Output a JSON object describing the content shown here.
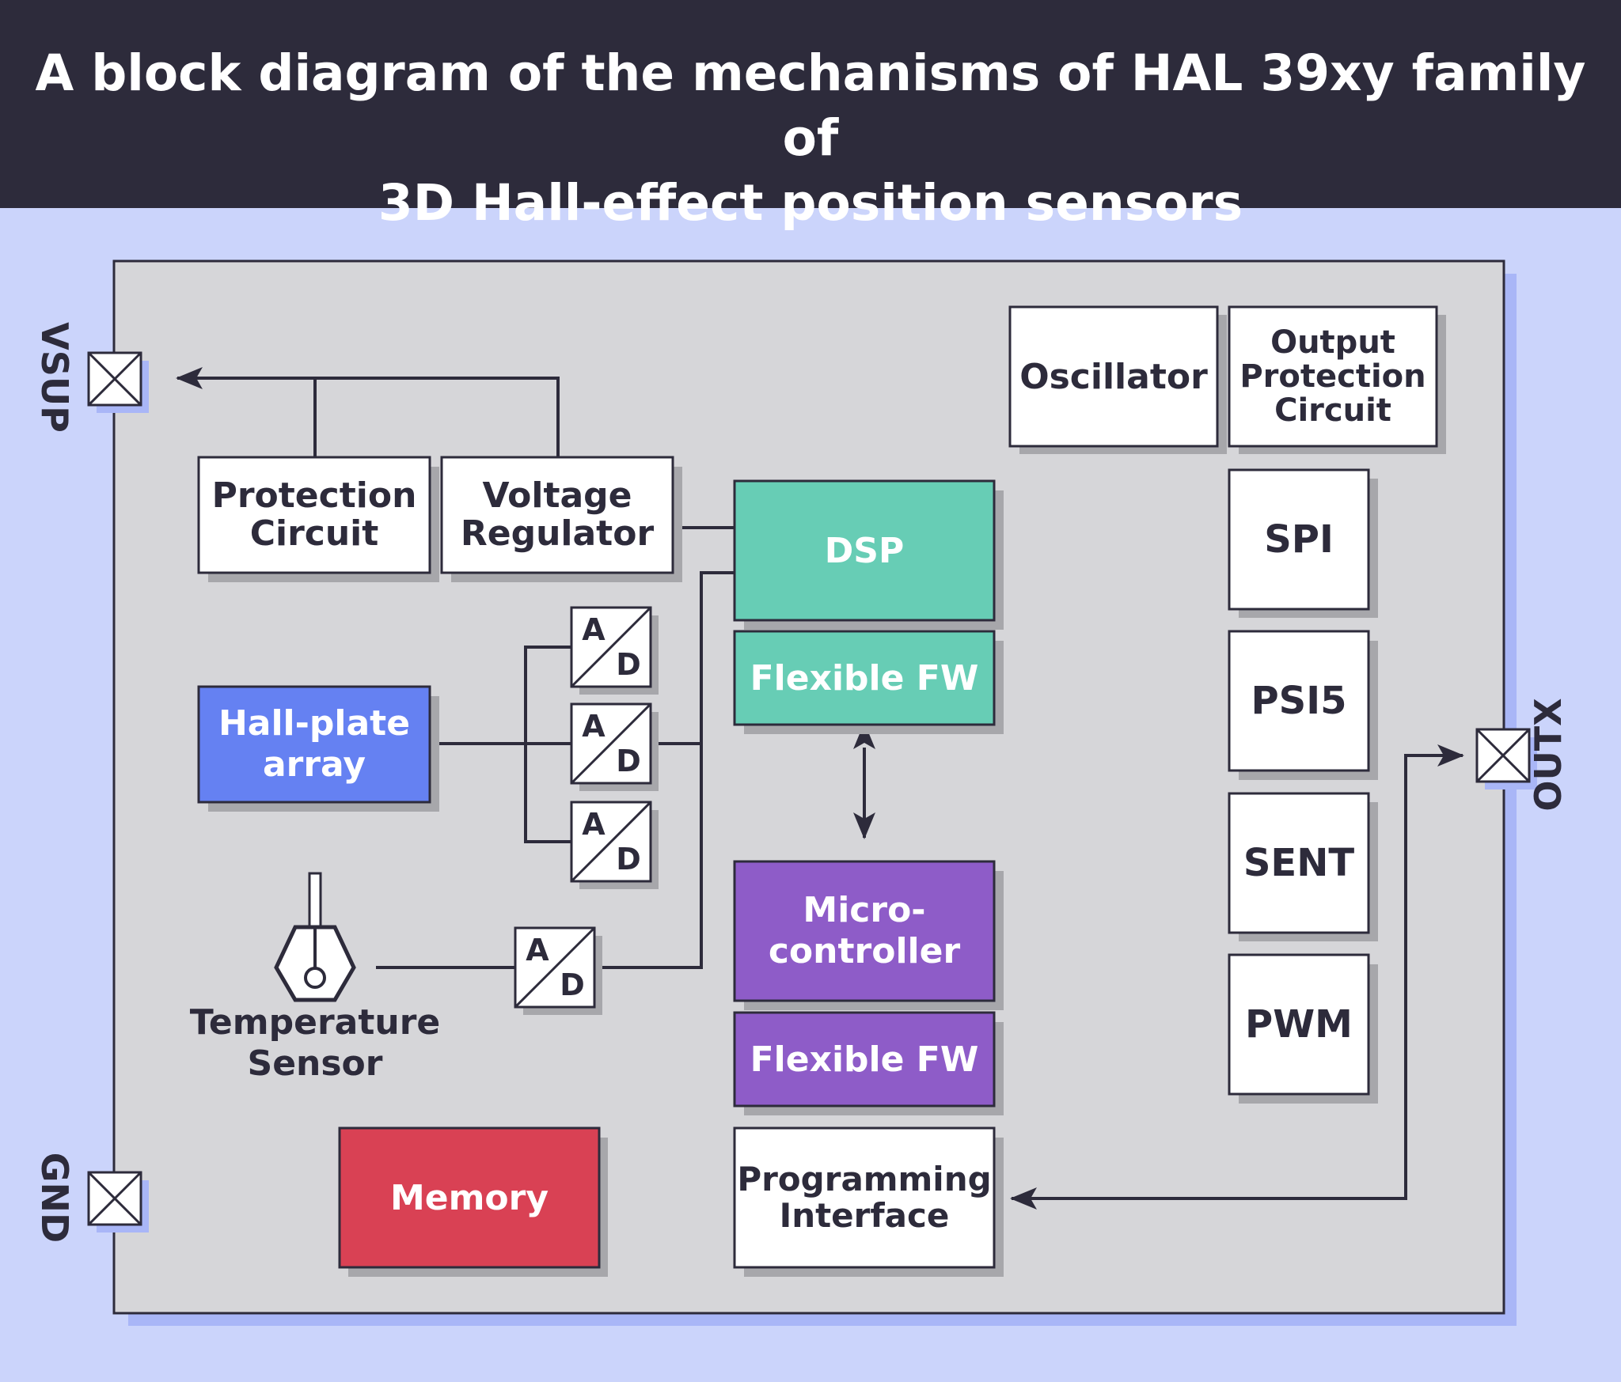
{
  "title": "A block diagram of the mechanisms of HAL 39xy family of\n3D Hall-effect position sensors",
  "colors": {
    "header": "#2d2b3b",
    "background": "#cbd4fb",
    "chip": "#d6d6d9",
    "dsp": "#67cdb5",
    "hall": "#6581f2",
    "micro": "#8e5cc8",
    "memory": "#d94154",
    "white_block": "#ffffff"
  },
  "pins": {
    "vsup": "VSUP",
    "gnd": "GND",
    "outx": "OUTX"
  },
  "blocks": {
    "protection_circuit": "Protection\nCircuit",
    "voltage_regulator": "Voltage\nRegulator",
    "dsp": "DSP",
    "dsp_fw": "Flexible FW",
    "hall_plate_array": "Hall-plate\narray",
    "temperature_sensor": "Temperature\nSensor",
    "microcontroller": "Micro-\ncontroller",
    "micro_fw": "Flexible FW",
    "memory": "Memory",
    "programming_interface": "Programming\nInterface",
    "oscillator": "Oscillator",
    "output_protection": "Output\nProtection\nCircuit",
    "spi": "SPI",
    "psi5": "PSI5",
    "sent": "SENT",
    "pwm": "PWM"
  },
  "adc": {
    "a": "A",
    "d": "D"
  }
}
